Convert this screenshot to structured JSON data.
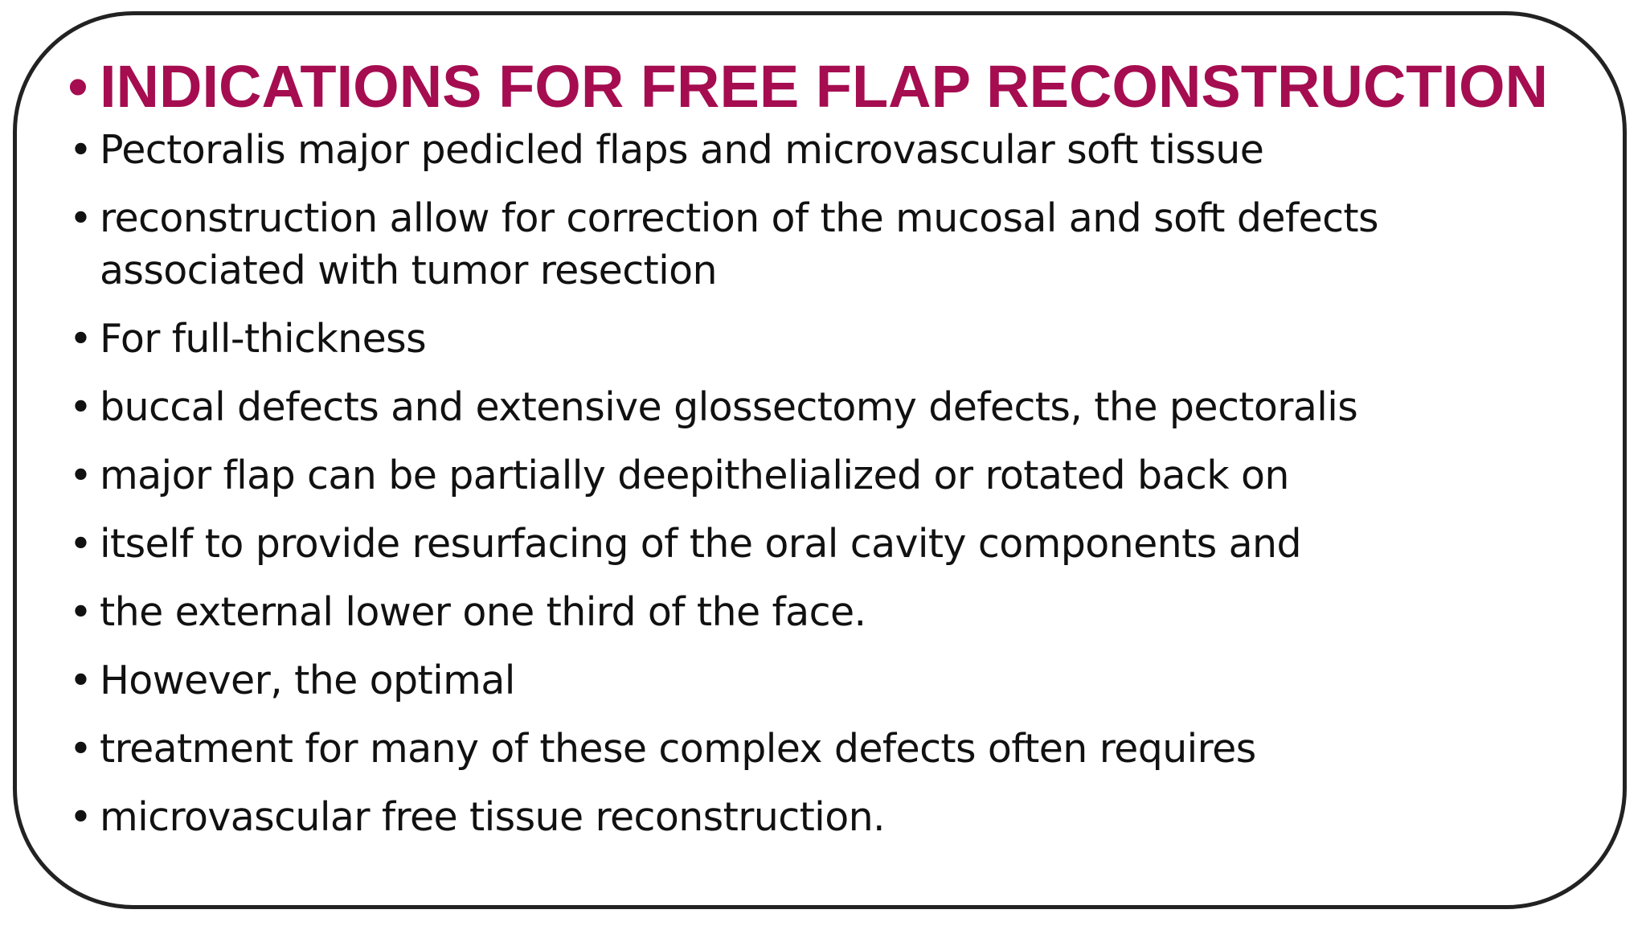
{
  "slide": {
    "heading": "INDICATIONS FOR FREE FLAP RECONSTRUCTION",
    "bullet_glyph": "•",
    "items": [
      "Pectoralis major pedicled flaps and microvascular soft tissue",
      "reconstruction allow for correction of the mucosal and soft defects associated with tumor resection",
      "For full-thickness",
      "buccal defects and extensive glossectomy defects, the pectoralis",
      "major flap can be partially deepithelialized or rotated back on",
      "itself to provide resurfacing of the oral cavity components and",
      "the external lower one third of the face.",
      "However, the optimal",
      "treatment for many of these complex defects often requires",
      "microvascular free tissue reconstruction."
    ]
  },
  "colors": {
    "heading": "#a50d50",
    "text": "#111111",
    "frame_border": "#222222"
  }
}
